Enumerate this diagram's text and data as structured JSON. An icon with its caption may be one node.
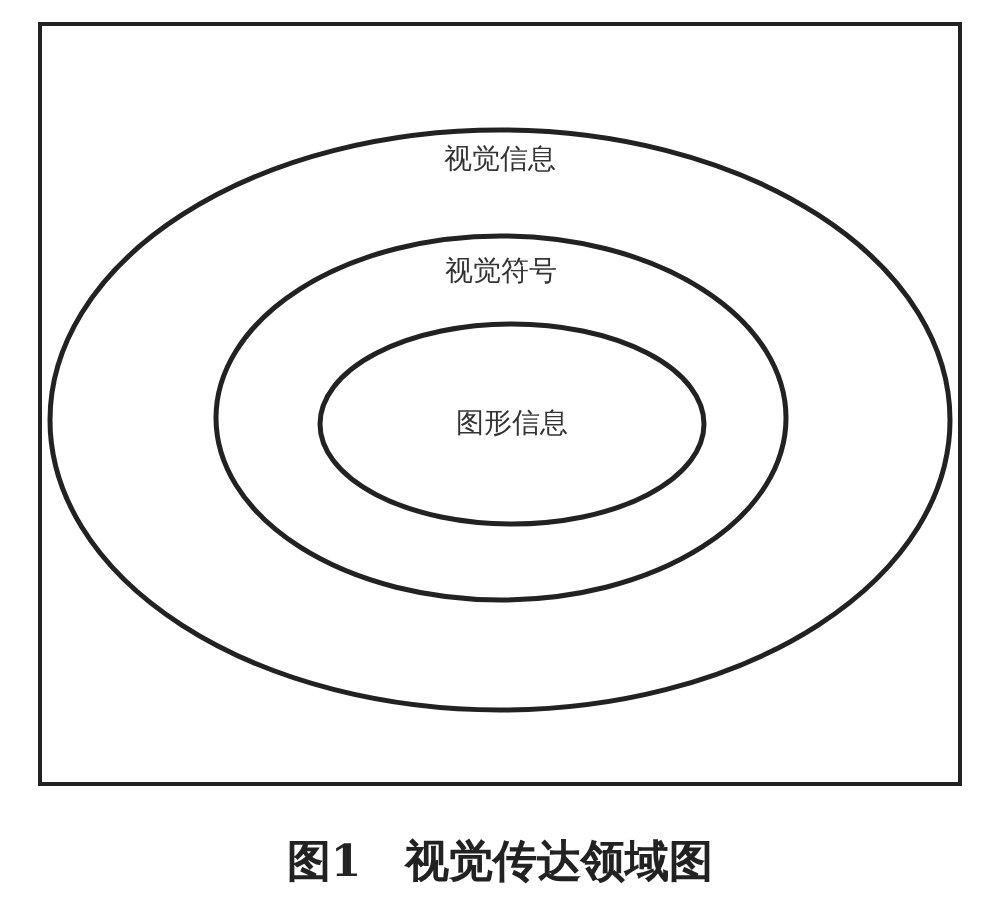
{
  "diagram": {
    "caption": "图1　视觉传达领域图",
    "nodes": [
      {
        "text": [
          "视觉信息"
        ]
      },
      {
        "text": [
          "视觉符号"
        ],
        "in": 0
      },
      {
        "text": [
          "图形信息"
        ],
        "in": 1
      }
    ]
  }
}
